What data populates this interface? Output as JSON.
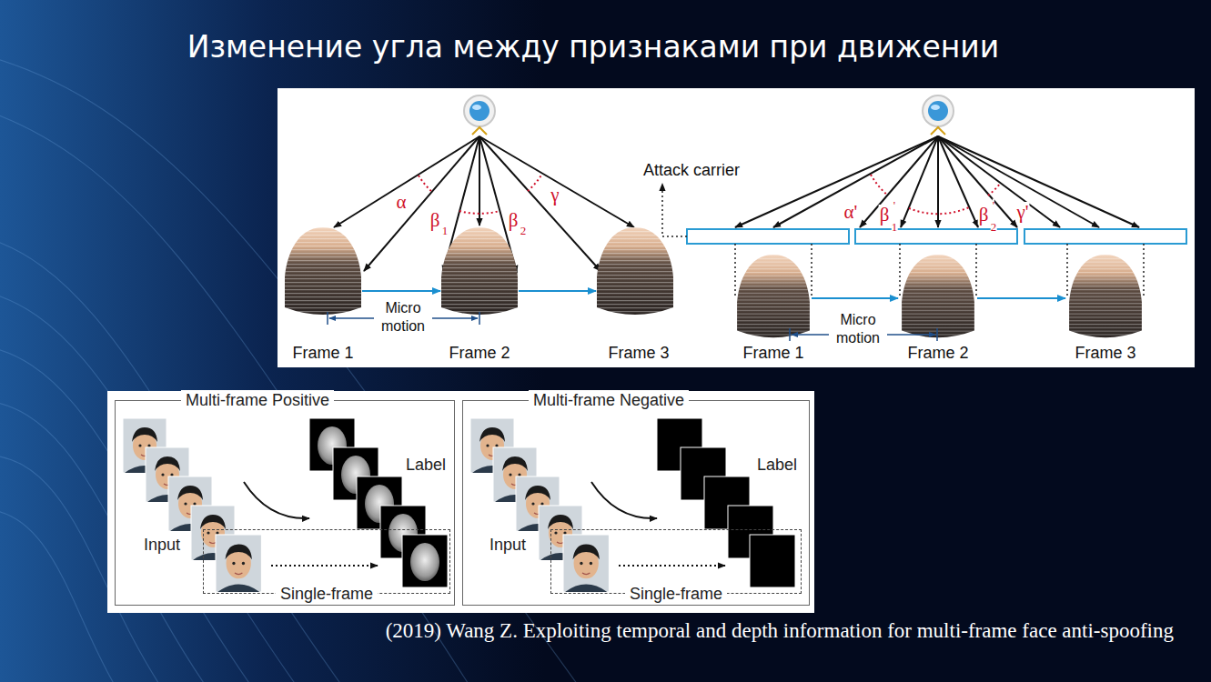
{
  "diagram": {
    "title": "Изменение угла между признаками при движении",
    "caption": "(2019) Wang Z. Exploiting temporal and depth information for multi-frame face anti-spoofing",
    "nodes": [
      {
        "text": [
          "Multi-frame Positive",
          "Input",
          "Label"
        ]
      },
      {
        "text": [
          "Single-frame"
        ],
        "in": 0
      },
      {
        "text": [
          "Multi-frame Negative",
          "Input",
          "Label"
        ]
      },
      {
        "text": [
          "Single-frame"
        ],
        "in": 2
      }
    ],
    "labels": [
      "Attack carrier",
      "α",
      "β",
      "1",
      "β",
      "2",
      "γ",
      "α'",
      "β",
      "'",
      "1",
      "β",
      "'",
      "2",
      "γ'",
      "Micro motion",
      "Frame 1",
      "Frame 2",
      "Frame 3",
      "Micro motion",
      "Frame 1",
      "Frame 2",
      "Frame 3"
    ]
  }
}
